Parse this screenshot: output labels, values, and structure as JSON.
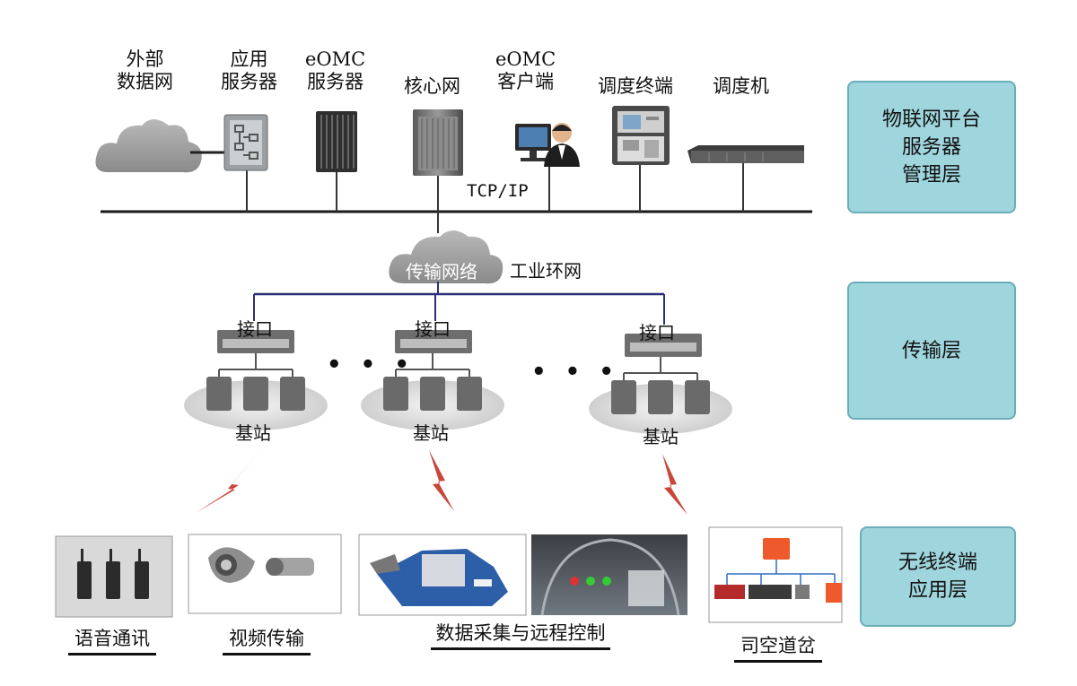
{
  "management": {
    "nodes": [
      {
        "line1": "外部",
        "line2": "数据网"
      },
      {
        "line1": "应用",
        "line2": "服务器"
      },
      {
        "line1": "eOMC",
        "line2": "服务器"
      },
      {
        "line1": "核心网",
        "line2": ""
      },
      {
        "line1": "eOMC",
        "line2": "客户端"
      },
      {
        "line1": "调度终端",
        "line2": ""
      },
      {
        "line1": "调度机",
        "line2": ""
      }
    ],
    "bus_label": "TCP/IP"
  },
  "transport": {
    "cloud_label": "传输网络",
    "ring_label": "工业环网",
    "interfaces": [
      "接口",
      "接口",
      "接口"
    ],
    "base_stations": [
      "基站",
      "基站",
      "基站"
    ],
    "ellipsis": [
      "• • •",
      "• • •"
    ]
  },
  "terminals": [
    "语音通讯",
    "视频传输",
    "数据采集与远程控制",
    "司空道岔"
  ],
  "layers": [
    {
      "lines": [
        "物联网平台",
        "服务器",
        "管理层"
      ]
    },
    {
      "lines": [
        "传输层"
      ]
    },
    {
      "lines": [
        "无线终端",
        "应用层"
      ]
    }
  ],
  "colors": {
    "layer_fill": "#9fd5dd",
    "ring_line": "#2b2f7a",
    "lightning": "#c9473a"
  }
}
